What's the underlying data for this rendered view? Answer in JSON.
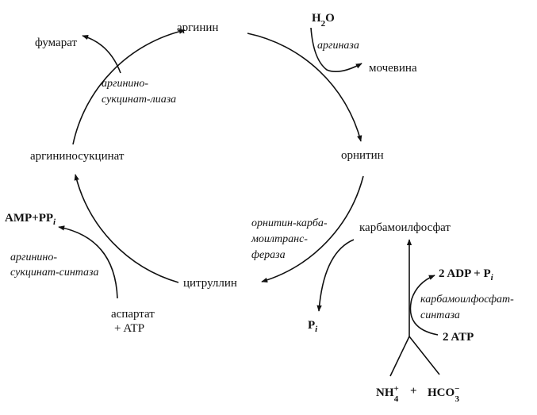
{
  "diagram": {
    "metabolites": {
      "arginine": "аргинин",
      "ornithine": "орнитин",
      "carbamoyl_phosphate": "карбамоилфосфат",
      "citrulline": "цитруллин",
      "argininosuccinate": "аргининосукцинат",
      "fumarate": "фумарат",
      "urea": "мочевина",
      "aspartate": "аспартат",
      "atp_plus": "+ ATP"
    },
    "enzymes": {
      "arginase": "аргиназа",
      "otc": [
        "орнитин-карба-",
        "моилтранс-",
        "фераза"
      ],
      "lyase": [
        "аргинино-",
        "сукцинат-лиаза"
      ],
      "synthetase": [
        "аргинино-",
        "сукцинат-синтаза"
      ],
      "cps": [
        "карбамоилфосфат-",
        "синтаза"
      ]
    },
    "formulas": {
      "water": {
        "main": "H",
        "sub": "2",
        "rest": "O"
      },
      "amp_ppi": {
        "main": "AMP+PP",
        "sub": "i"
      },
      "pi": {
        "main": "P",
        "sub": "i"
      },
      "adp_pi": {
        "main": "2 ADP + P",
        "sub": "i"
      },
      "atp2": "2 ATP",
      "nh4": {
        "main": "NH",
        "sup": "+",
        "sub": "4"
      },
      "plus": "+",
      "hco3": {
        "main": "HCO",
        "sup": "−",
        "sub": "3"
      }
    }
  }
}
